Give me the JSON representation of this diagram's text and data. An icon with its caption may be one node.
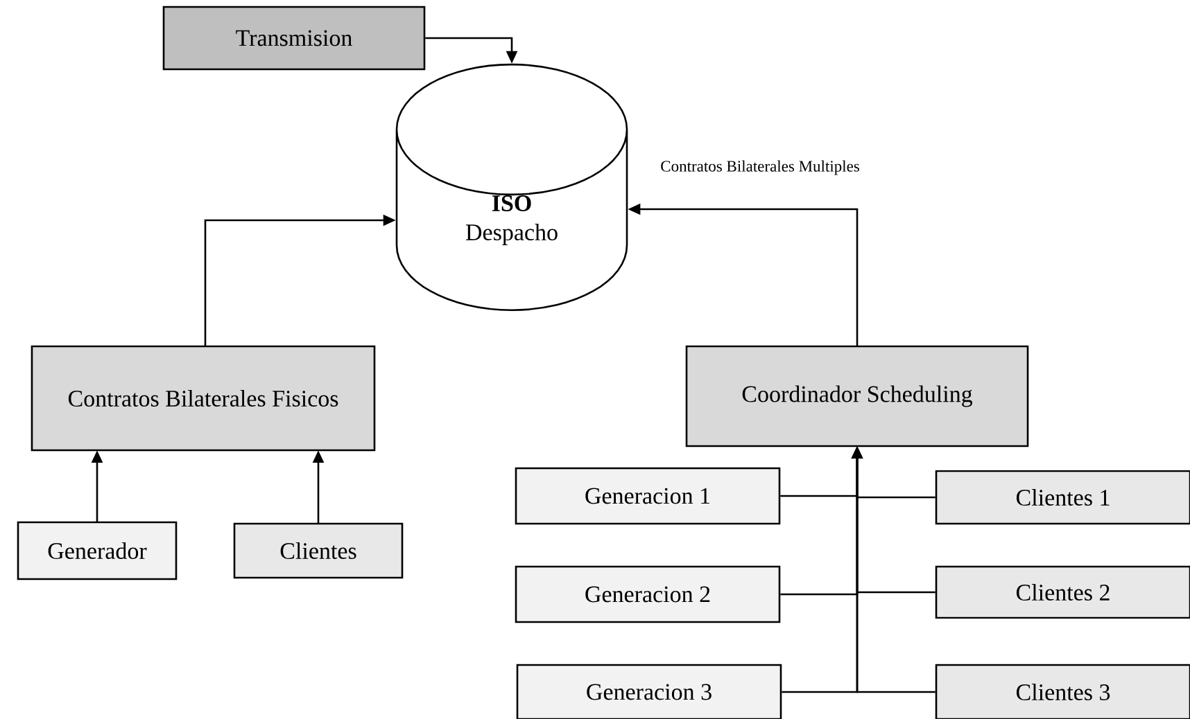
{
  "diagram": {
    "nodes": [
      {
        "text": [
          "Transmision"
        ]
      },
      {
        "text": [
          "ISO",
          "Despacho"
        ]
      },
      {
        "text": [
          "Contratos Bilaterales Fisicos"
        ]
      },
      {
        "text": [
          "Coordinador Scheduling"
        ]
      },
      {
        "text": [
          "Generador"
        ]
      },
      {
        "text": [
          "Clientes"
        ]
      },
      {
        "text": [
          "Generacion 1"
        ]
      },
      {
        "text": [
          "Clientes 1"
        ]
      },
      {
        "text": [
          "Generacion 2"
        ]
      },
      {
        "text": [
          "Clientes 2"
        ]
      },
      {
        "text": [
          "Generacion 3"
        ]
      },
      {
        "text": [
          "Clientes 3"
        ]
      }
    ],
    "edges": [
      {
        "from": 0,
        "to": 1,
        "arrow": "to"
      },
      {
        "from": 2,
        "to": 1,
        "arrow": "to"
      },
      {
        "from": 3,
        "to": 1,
        "arrow": "to",
        "label": "Contratos Bilaterales Multiples"
      },
      {
        "from": 4,
        "to": 2,
        "arrow": "to"
      },
      {
        "from": 5,
        "to": 2,
        "arrow": "to"
      },
      {
        "from": 6,
        "to": 3,
        "arrow": "to"
      },
      {
        "from": 7,
        "to": 3,
        "arrow": "to"
      },
      {
        "from": 8,
        "to": 3,
        "arrow": "to"
      },
      {
        "from": 9,
        "to": 3,
        "arrow": "to"
      },
      {
        "from": 10,
        "to": 3,
        "arrow": "to"
      },
      {
        "from": 11,
        "to": 3,
        "arrow": "to"
      }
    ]
  }
}
